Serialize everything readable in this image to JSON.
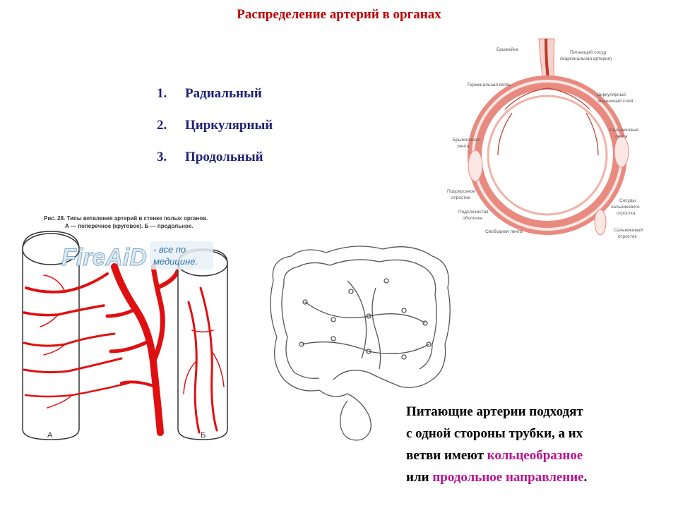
{
  "slide": {
    "title": "Распределение артерий в органах",
    "types": [
      {
        "num": "1.",
        "label": "Радиальный"
      },
      {
        "num": "2.",
        "label": "Циркулярный"
      },
      {
        "num": "3.",
        "label": "Продольный"
      }
    ],
    "caption": {
      "line1": "Питающие артерии подходят",
      "line2": "с одной стороны трубки, а их",
      "line3_pre": "ветви имеют ",
      "line3_hl": "кольцеобразное",
      "line4_pre": "или ",
      "line4_hl": "продольное направление",
      "line4_post": "."
    }
  },
  "figure_left": {
    "caption_line1": "Рис. 28. Типы ветвления артерий в стенке полых органов.",
    "caption_line2": "А — поперечное (круговое). Б — продольное.",
    "watermark": "FireAiD",
    "watermark_sub1": "- все по",
    "watermark_sub2": "медицине.",
    "label_a": "А",
    "label_b": "Б"
  },
  "figure_ring": {
    "labels": {
      "mesentery": "Брыжейка",
      "feeding_vessel_1": "Питающий сосуд",
      "feeding_vessel_2": "(маргинальная артерия)",
      "terminal_branch": "Терминальная ветвь",
      "circular_layer_1": "Циркулярный",
      "circular_layer_2": "мышечный слой",
      "taenia_1": "Брыжеечная",
      "taenia_2": "лента",
      "omental_1": "Сальниковые",
      "omental_2": "лента",
      "subserous_1": "Подсерозное",
      "subserous_2": "отростие",
      "submucous_1": "Подслизистая",
      "submucous_2": "оболочка",
      "free_taenia": "Свободная лента",
      "vessels_1": "Сосуды",
      "vessels_2": "сальникового",
      "vessels_3": "отростка",
      "epiploic_1": "Сальниковый",
      "epiploic_2": "отросток"
    }
  },
  "colors": {
    "title": "#c00000",
    "list": "#1f1f7a",
    "highlight": "#b8128f",
    "artery": "#e01010",
    "ring": "#e88a80"
  }
}
